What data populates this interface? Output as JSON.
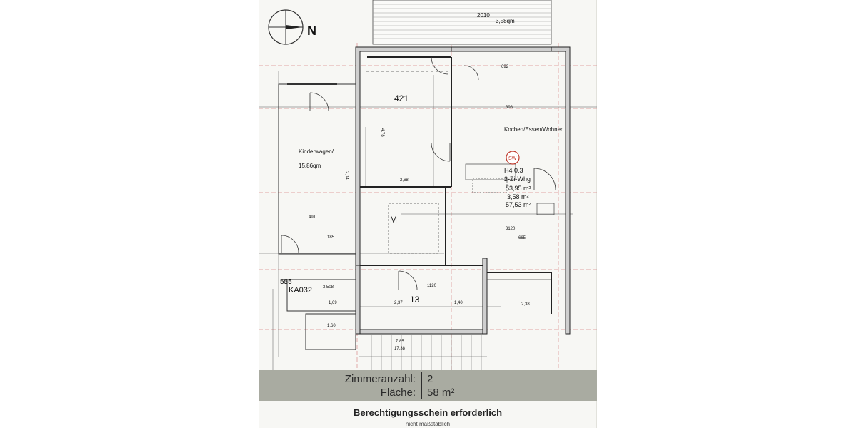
{
  "plan": {
    "north_label": "N",
    "balcony_area": "3,58qm",
    "balcony_dims": "2010",
    "rooms": [
      {
        "number": "421",
        "name": ""
      },
      {
        "number": "",
        "name": "Kochen/Essen/Wohnen"
      },
      {
        "number": "",
        "name": "Kinderwagen/"
      },
      {
        "number": "",
        "name": "15,86qm"
      },
      {
        "number": "M",
        "name": ""
      },
      {
        "number": "13",
        "name": ""
      },
      {
        "number": "",
        "name": "KA032"
      }
    ],
    "unit": {
      "badge": "SW",
      "id": "H4 0.3",
      "type": "2-Zi-Whg",
      "area_1": "53,95 m²",
      "area_2": "3,58 m²",
      "area_3": "57,53 m²"
    },
    "dimensions": [
      "2,68",
      "4,78",
      "2,04",
      "491",
      "185",
      "2,38",
      "1,69",
      "1,60",
      "2,37",
      "1,40",
      "3,508",
      "7,85",
      "17,38",
      "555",
      "398",
      "692",
      "665",
      "1120",
      "3120"
    ]
  },
  "info": {
    "rooms_label": "Zimmeranzahl:",
    "rooms_value": "2",
    "area_label": "Fläche:",
    "area_value": "58 m²"
  },
  "footer": {
    "requirement": "Berechtigungsschein erforderlich",
    "note": "nicht maßstäblich"
  }
}
